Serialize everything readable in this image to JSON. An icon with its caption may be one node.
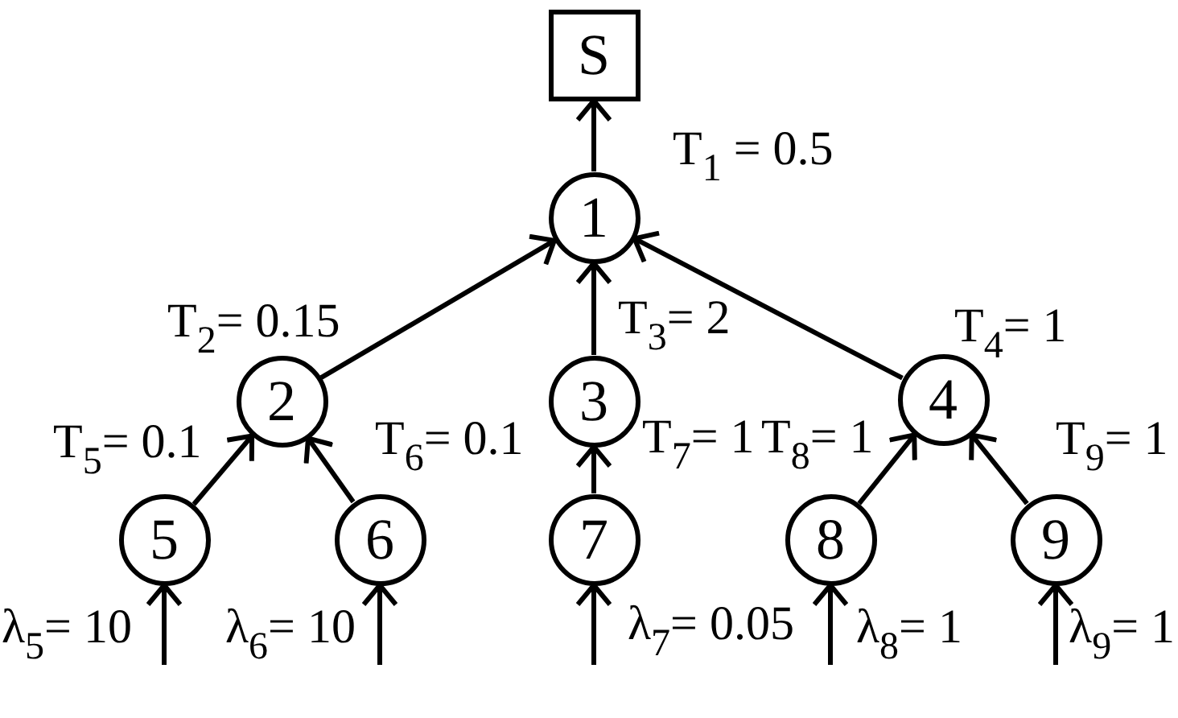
{
  "diagram": {
    "nodes": [
      {
        "text": [
          "S"
        ]
      },
      {
        "text": [
          "1"
        ],
        "beside": [
          "T$_{1}$ = 0.5"
        ]
      },
      {
        "text": [
          "2"
        ],
        "beside": [
          "T$_{2}$= 0.15"
        ]
      },
      {
        "text": [
          "3"
        ],
        "beside": [
          "T$_{3}$= 2"
        ]
      },
      {
        "text": [
          "4"
        ],
        "beside": [
          "T$_{4}$= 1"
        ]
      },
      {
        "text": [
          "5"
        ],
        "beside": [
          "T$_{5}$= 0.1"
        ]
      },
      {
        "text": [
          "6"
        ],
        "beside": [
          "T$_{6}$= 0.1"
        ]
      },
      {
        "text": [
          "7"
        ],
        "beside": [
          "T$_{7}$= 1"
        ]
      },
      {
        "text": [
          "8"
        ],
        "beside": [
          "T$_{8}$= 1"
        ]
      },
      {
        "text": [
          "9"
        ],
        "beside": [
          "T$_{9}$= 1"
        ]
      }
    ],
    "edges": [
      {
        "from": 1,
        "to": 0,
        "arrow": "to"
      },
      {
        "from": 2,
        "to": 1,
        "arrow": "to"
      },
      {
        "from": 3,
        "to": 1,
        "arrow": "to"
      },
      {
        "from": 4,
        "to": 1,
        "arrow": "to"
      },
      {
        "from": 5,
        "to": 2,
        "arrow": "to"
      },
      {
        "from": 6,
        "to": 2,
        "arrow": "to"
      },
      {
        "from": 7,
        "to": 3,
        "arrow": "to"
      },
      {
        "from": 8,
        "to": 4,
        "arrow": "to"
      },
      {
        "from": 9,
        "to": 4,
        "arrow": "to"
      },
      {
        "from": null,
        "to": 5,
        "arrow": "to",
        "label": "λ$_{5}$= 10"
      },
      {
        "from": null,
        "to": 6,
        "arrow": "to",
        "label": "λ$_{6}$= 10"
      },
      {
        "from": null,
        "to": 7,
        "arrow": "to",
        "label": "λ$_{7}$= 0.05"
      },
      {
        "from": null,
        "to": 8,
        "arrow": "to",
        "label": "λ$_{8}$= 1"
      },
      {
        "from": null,
        "to": 9,
        "arrow": "to",
        "label": "λ$_{9}$= 1"
      }
    ]
  }
}
